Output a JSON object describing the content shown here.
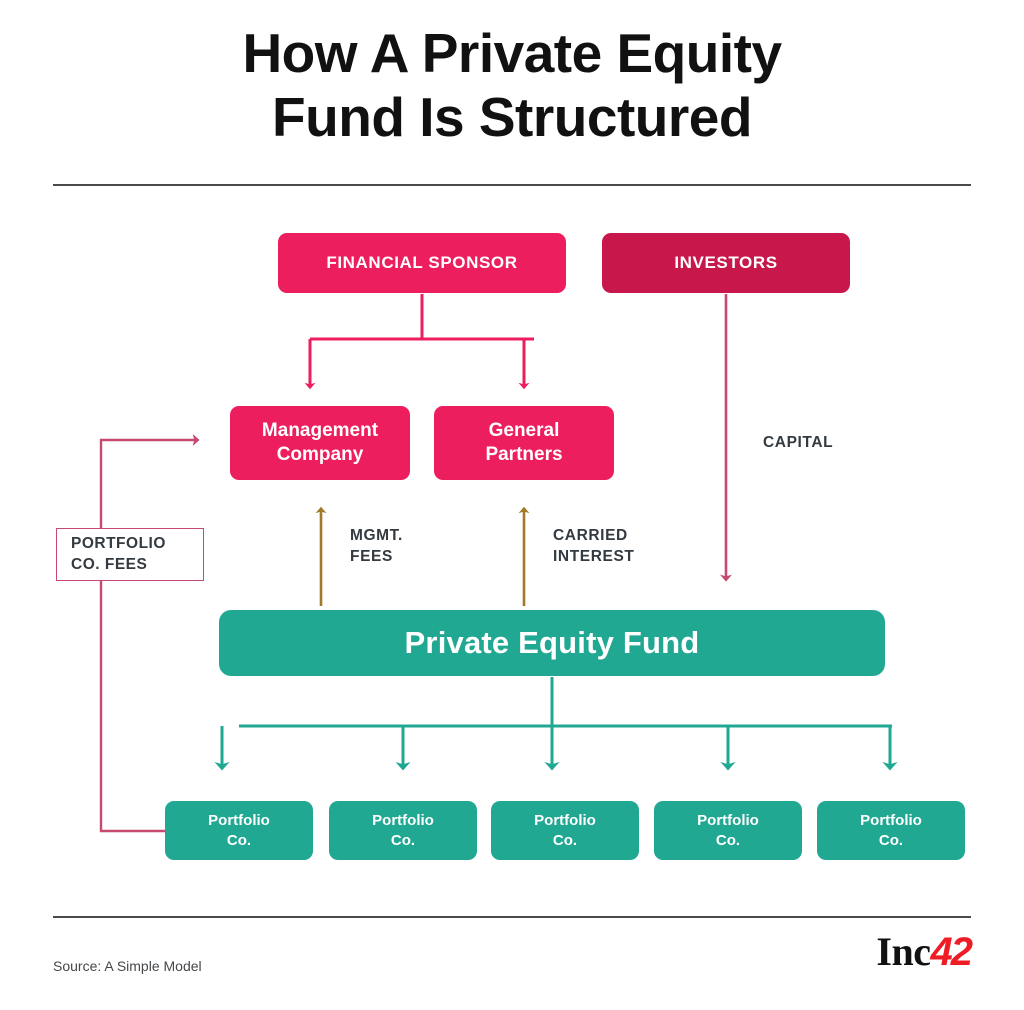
{
  "title": {
    "line1": "How A Private Equity",
    "line2": "Fund Is Structured"
  },
  "nodes": {
    "financial_sponsor": "FINANCIAL SPONSOR",
    "investors": "INVESTORS",
    "management_company_line1": "Management",
    "management_company_line2": "Company",
    "general_partners_line1": "General",
    "general_partners_line2": "Partners",
    "pe_fund": "Private Equity Fund",
    "portfolio_companies": [
      {
        "line1": "Portfolio",
        "line2": "Co."
      },
      {
        "line1": "Portfolio",
        "line2": "Co."
      },
      {
        "line1": "Portfolio",
        "line2": "Co."
      },
      {
        "line1": "Portfolio",
        "line2": "Co."
      },
      {
        "line1": "Portfolio",
        "line2": "Co."
      }
    ]
  },
  "labels": {
    "capital": "CAPITAL",
    "mgmt_fees_line1": "MGMT.",
    "mgmt_fees_line2": "FEES",
    "carried_interest_line1": "CARRIED",
    "carried_interest_line2": "INTEREST",
    "portfolio_co_fees_line1": "PORTFOLIO",
    "portfolio_co_fees_line2": "CO. FEES"
  },
  "footer": {
    "source": "Source: A Simple Model",
    "logo_text": "Inc",
    "logo_accent": "42"
  },
  "colors": {
    "pink": "#ED1E5E",
    "crimson": "#C8174A",
    "teal": "#21A893",
    "gold": "#A07A28",
    "rose_line": "#C64A6E",
    "text_dark": "#333a40",
    "rule": "#4a4a4a",
    "logo_red": "#EE1C25"
  }
}
